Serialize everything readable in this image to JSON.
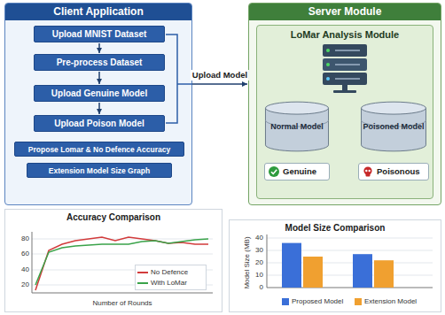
{
  "diagram": {
    "nodes": [
      {
        "text": [
          "Client Application"
        ]
      },
      {
        "text": [
          "Upload MNIST Dataset"
        ],
        "in": 0
      },
      {
        "text": [
          "Pre-process Dataset"
        ],
        "in": 0
      },
      {
        "text": [
          "Upload Genuine Model"
        ],
        "in": 0
      },
      {
        "text": [
          "Upload Poison Model"
        ],
        "in": 0
      },
      {
        "text": [
          "Propose Lomar & No Defence Accuracy"
        ],
        "in": 0
      },
      {
        "text": [
          "Extension Model Size Graph"
        ],
        "in": 0
      },
      {
        "text": [
          "Server Module"
        ]
      },
      {
        "text": [
          "LoMar Analysis Module"
        ],
        "in": 7
      },
      {
        "text": [
          "Normal Model"
        ],
        "in": 8
      },
      {
        "text": [
          "Poisoned Model"
        ],
        "in": 8
      },
      {
        "text": [
          "Genuine"
        ],
        "in": 8
      },
      {
        "text": [
          "Poisonous"
        ],
        "in": 8
      }
    ],
    "edges": [
      {
        "from": 1,
        "to": 2,
        "arrow": "to"
      },
      {
        "from": 2,
        "to": 3,
        "arrow": "to"
      },
      {
        "from": 3,
        "to": 4,
        "arrow": "to"
      },
      {
        "from": 0,
        "to": 7,
        "label": "Upload Model",
        "arrow": "to"
      }
    ],
    "labels": [
      "Accuracy Comparison",
      "80",
      "60",
      "40",
      "20",
      "Number of Rounds",
      "Model Size Comparison",
      "40",
      "30",
      "20",
      "10",
      "0",
      "Model Size (MB)"
    ],
    "legend": [
      {
        "text": "No Defence"
      },
      {
        "text": "With LoMar"
      },
      {
        "text": "Proposed Model",
        "color": "#3a6fd8"
      },
      {
        "text": "Extension Model",
        "color": "#f0a030"
      }
    ]
  }
}
